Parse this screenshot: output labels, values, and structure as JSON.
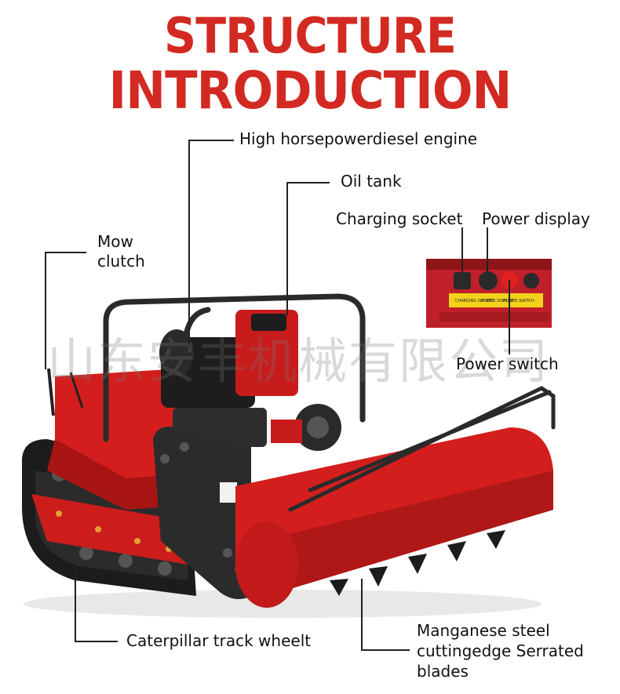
{
  "title": {
    "line1": "STRUCTURE",
    "line2": "INTRODUCTION"
  },
  "labels": {
    "engine": "High horsepowerdiesel engine",
    "oil_tank": "Oil tank",
    "mow_clutch_1": "Mow",
    "mow_clutch_2": "clutch",
    "charging_socket": "Charging socket",
    "power_display": "Power display",
    "power_switch": "Power switch",
    "track": "Caterpillar track wheelt",
    "blades_1": "Manganese steel",
    "blades_2": "cuttingedge Serrated",
    "blades_3": "blades"
  },
  "panel_labels": {
    "charging": "CHARGING SOCKET",
    "display": "POWER DISPLAY",
    "switch": "POWER SWITCH"
  },
  "watermark": "山东安丰机械有限公司",
  "colors": {
    "title": "#d22a22",
    "machine_red": "#d41e1e",
    "frame_dark": "#2a2a2a"
  }
}
